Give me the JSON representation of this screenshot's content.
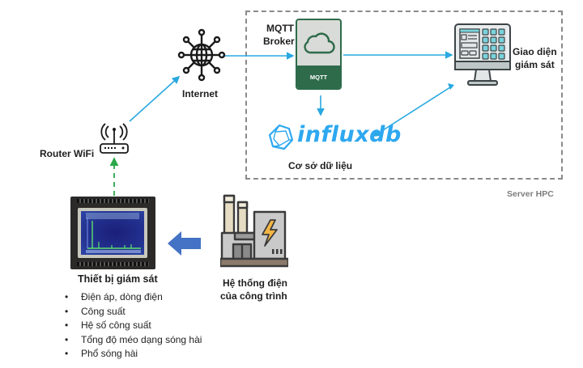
{
  "diagram": {
    "nodes": {
      "internet": {
        "label": "Internet",
        "icon": "globe-network-icon"
      },
      "router": {
        "label": "Router WiFi",
        "icon": "wifi-router-icon"
      },
      "mqtt": {
        "title_line1": "MQTT",
        "title_line2": "Broker",
        "badge": "MQTT",
        "icon": "cloud-icon"
      },
      "dashboard": {
        "label_line1": "Giao diện",
        "label_line2": "giám sát",
        "icon": "monitor-dashboard-icon"
      },
      "database": {
        "logo_text": "influxdb",
        "label": "Cơ sở dữ liệu",
        "icon": "influxdb-logo-icon"
      },
      "server": {
        "label": "Server HPC"
      },
      "device": {
        "label": "Thiết bị giám sát",
        "icon": "monitoring-device-photo",
        "features": [
          "Điện áp, dòng điện",
          "Công suất",
          "Hệ số công suất",
          "Tổng độ méo dạng sóng hài",
          "Phổ sóng hài"
        ]
      },
      "power_system": {
        "label_line1": "Hệ thống điện",
        "label_line2": "của công trình",
        "icon": "power-plant-icon"
      }
    },
    "edges": [
      {
        "from": "router",
        "to": "internet",
        "style": "solid",
        "color": "#29a8e0"
      },
      {
        "from": "internet",
        "to": "mqtt",
        "style": "solid",
        "color": "#29a8e0"
      },
      {
        "from": "mqtt",
        "to": "dashboard",
        "style": "solid",
        "color": "#29a8e0"
      },
      {
        "from": "mqtt",
        "to": "database",
        "style": "solid",
        "color": "#29a8e0"
      },
      {
        "from": "database",
        "to": "dashboard",
        "style": "solid-bidirectional",
        "color": "#29a8e0"
      },
      {
        "from": "device",
        "to": "router",
        "style": "dashed",
        "color": "#2aa84a"
      },
      {
        "from": "power_system",
        "to": "device",
        "style": "block-arrow",
        "color": "#4472c4"
      }
    ],
    "colors": {
      "link": "#29a8e0",
      "wireless_link": "#2aa84a",
      "power_flow": "#4472c4",
      "mqtt_green": "#2e6b4a",
      "influx_blue": "#2ea8f0",
      "server_border": "#8a8a8a"
    }
  }
}
